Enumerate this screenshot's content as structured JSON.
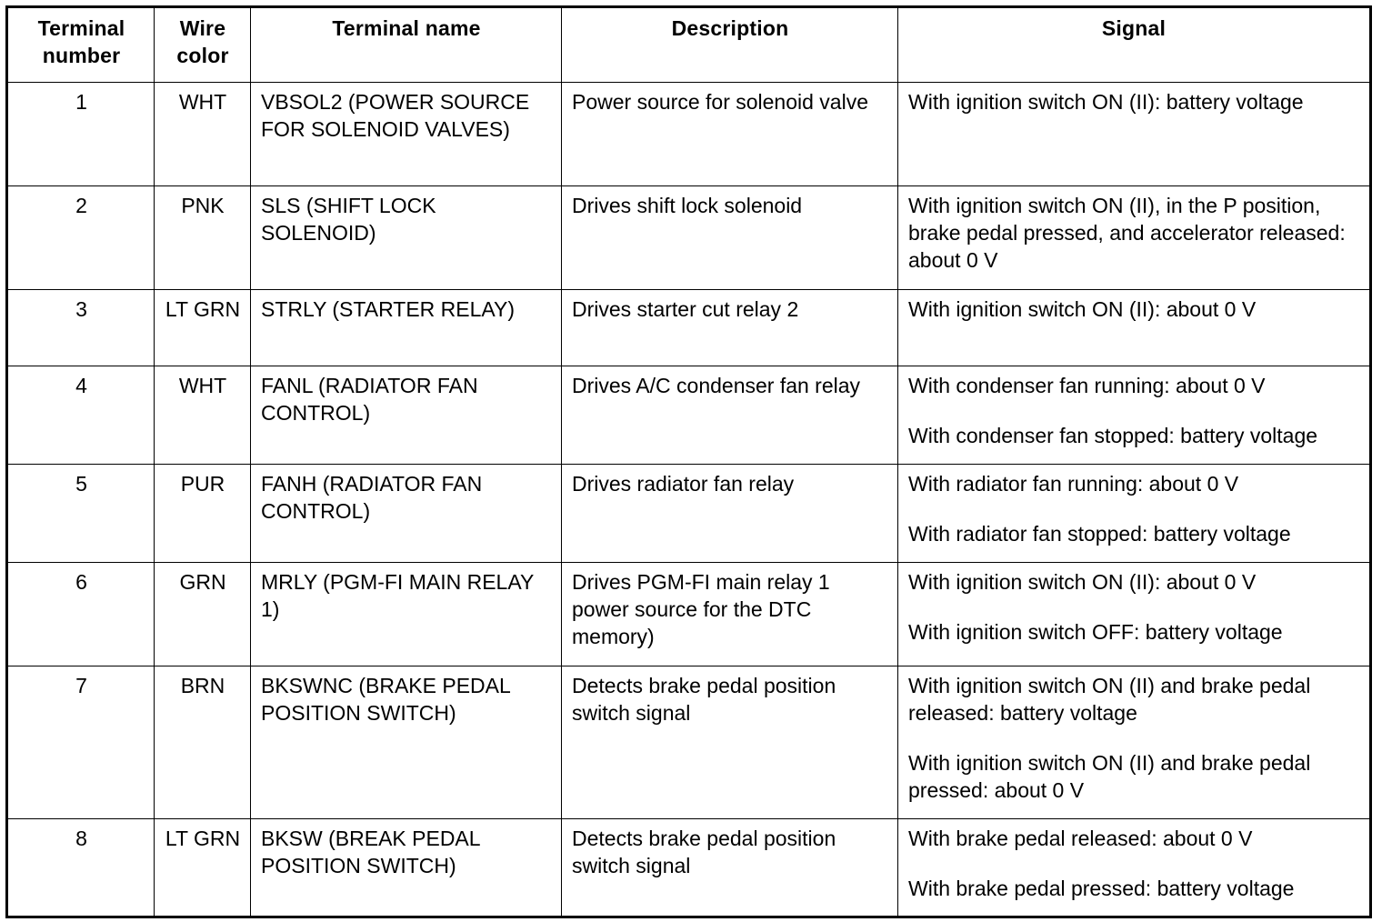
{
  "table": {
    "headers": {
      "terminal_number": [
        "Terminal",
        "number"
      ],
      "wire_color": [
        "Wire",
        "color"
      ],
      "terminal_name": "Terminal name",
      "description": "Description",
      "signal": "Signal"
    },
    "rows": [
      {
        "number": "1",
        "wire_color": "WHT",
        "name": "VBSOL2 (POWER SOURCE FOR SOLENOID VALVES)",
        "description": "Power source for solenoid valve",
        "signal": [
          "With ignition switch ON (II): battery voltage"
        ]
      },
      {
        "number": "2",
        "wire_color": "PNK",
        "name": "SLS (SHIFT LOCK SOLENOID)",
        "description": "Drives shift lock solenoid",
        "signal": [
          "With ignition switch ON (II), in the P position, brake pedal pressed, and accelerator released: about 0 V"
        ]
      },
      {
        "number": "3",
        "wire_color": "LT GRN",
        "name": "STRLY (STARTER RELAY)",
        "description": "Drives starter cut relay 2",
        "signal": [
          "With ignition switch ON (II): about 0 V"
        ]
      },
      {
        "number": "4",
        "wire_color": "WHT",
        "name": "FANL (RADIATOR FAN CONTROL)",
        "description": "Drives A/C condenser fan relay",
        "signal": [
          "With condenser fan running: about 0 V",
          "With condenser fan stopped: battery voltage"
        ]
      },
      {
        "number": "5",
        "wire_color": "PUR",
        "name": "FANH (RADIATOR FAN CONTROL)",
        "description": "Drives radiator fan relay",
        "signal": [
          "With radiator fan running: about 0 V",
          "With radiator fan stopped: battery voltage"
        ]
      },
      {
        "number": "6",
        "wire_color": "GRN",
        "name": "MRLY (PGM-FI MAIN RELAY 1)",
        "description": "Drives PGM-FI main relay 1 power source for the DTC memory)",
        "signal": [
          "With ignition switch ON (II): about 0 V",
          "With ignition switch OFF: battery voltage"
        ]
      },
      {
        "number": "7",
        "wire_color": "BRN",
        "name": "BKSWNC (BRAKE PEDAL POSITION SWITCH)",
        "description": "Detects brake pedal position switch signal",
        "signal": [
          "With ignition switch ON (II) and brake pedal released: battery voltage",
          "With ignition switch ON (II) and brake pedal pressed: about 0 V"
        ]
      },
      {
        "number": "8",
        "wire_color": "LT GRN",
        "name": "BKSW (BREAK PEDAL POSITION SWITCH)",
        "description": "Detects brake pedal position switch signal",
        "signal": [
          "With brake pedal released: about 0 V",
          "With brake pedal pressed: battery voltage"
        ]
      }
    ]
  }
}
